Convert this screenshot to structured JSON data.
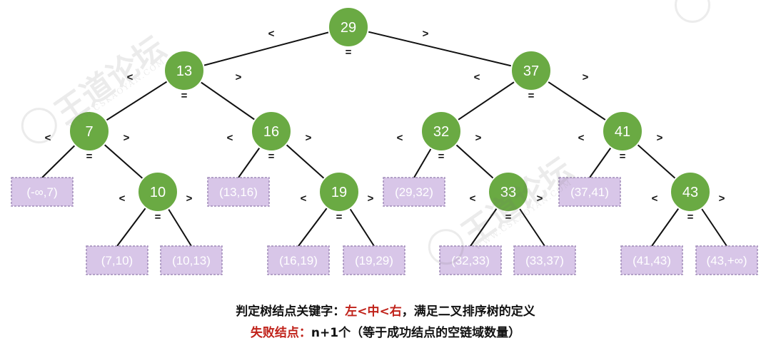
{
  "tree": {
    "nodes": [
      {
        "id": "n29",
        "label": "29"
      },
      {
        "id": "n13",
        "label": "13"
      },
      {
        "id": "n37",
        "label": "37"
      },
      {
        "id": "n7",
        "label": "7"
      },
      {
        "id": "n16",
        "label": "16"
      },
      {
        "id": "n32",
        "label": "32"
      },
      {
        "id": "n41",
        "label": "41"
      },
      {
        "id": "n10",
        "label": "10"
      },
      {
        "id": "n19",
        "label": "19"
      },
      {
        "id": "n33",
        "label": "33"
      },
      {
        "id": "n43",
        "label": "43"
      }
    ],
    "leaves": [
      {
        "id": "f1",
        "label": "(-∞,7)"
      },
      {
        "id": "f2",
        "label": "(7,10)"
      },
      {
        "id": "f3",
        "label": "(10,13)"
      },
      {
        "id": "f4",
        "label": "(13,16)"
      },
      {
        "id": "f5",
        "label": "(16,19)"
      },
      {
        "id": "f6",
        "label": "(19,29)"
      },
      {
        "id": "f7",
        "label": "(29,32)"
      },
      {
        "id": "f8",
        "label": "(32,33)"
      },
      {
        "id": "f9",
        "label": "(33,37)"
      },
      {
        "id": "f10",
        "label": "(37,41)"
      },
      {
        "id": "f11",
        "label": "(41,43)"
      },
      {
        "id": "f12",
        "label": "(43,+∞)"
      }
    ],
    "edges": [
      [
        "n29",
        "n13"
      ],
      [
        "n29",
        "n37"
      ],
      [
        "n13",
        "n7"
      ],
      [
        "n13",
        "n16"
      ],
      [
        "n37",
        "n32"
      ],
      [
        "n37",
        "n41"
      ],
      [
        "n7",
        "f1"
      ],
      [
        "n7",
        "n10"
      ],
      [
        "n10",
        "f2"
      ],
      [
        "n10",
        "f3"
      ],
      [
        "n16",
        "f4"
      ],
      [
        "n16",
        "n19"
      ],
      [
        "n19",
        "f5"
      ],
      [
        "n19",
        "f6"
      ],
      [
        "n32",
        "f7"
      ],
      [
        "n32",
        "n33"
      ],
      [
        "n33",
        "f8"
      ],
      [
        "n33",
        "f9"
      ],
      [
        "n41",
        "f10"
      ],
      [
        "n41",
        "n43"
      ],
      [
        "n43",
        "f11"
      ],
      [
        "n43",
        "f12"
      ]
    ],
    "relations": {
      "left": "<",
      "equal": "=",
      "right": ">"
    },
    "colors": {
      "node_fill": "#6aaa43",
      "node_stroke": "#ffffff",
      "leaf_fill": "#d8c6e8",
      "leaf_stroke": "#a08cb8",
      "edge": "#111111"
    }
  },
  "captions": {
    "line1_prefix": "判定树结点关键字：",
    "line1_highlight": "左<中<右",
    "line1_suffix": "，满足二叉排序树的定义",
    "line2_highlight": "失败结点：",
    "line2_suffix": "n+1个（等于成功结点的空链域数量）"
  },
  "watermark": {
    "brand": "王道论坛",
    "site": "WWW.CSKAOYAN.COM"
  }
}
